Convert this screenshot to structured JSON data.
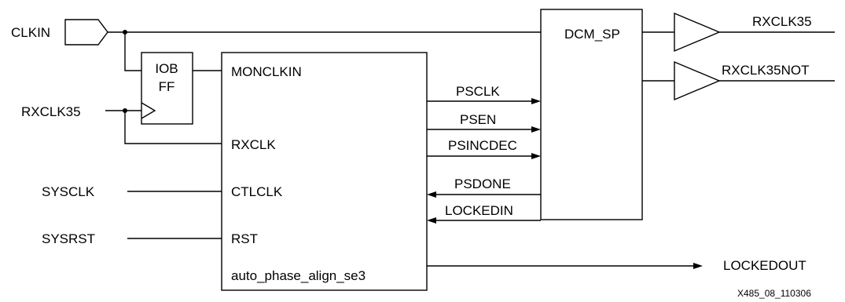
{
  "inputs": {
    "clkin": "CLKIN",
    "rxclk35_in": "RXCLK35",
    "sysclk": "SYSCLK",
    "sysrst": "SYSRST"
  },
  "iob_ff": {
    "line1": "IOB",
    "line2": "FF"
  },
  "align_block": {
    "name": "auto_phase_align_se3",
    "ports": {
      "monclkin": "MONCLKIN",
      "rxclk": "RXCLK",
      "ctlclk": "CTLCLK",
      "rst": "RST"
    }
  },
  "dcm": {
    "name": "DCM_SP"
  },
  "signals": {
    "psclk": "PSCLK",
    "psen": "PSEN",
    "psincdec": "PSINCDEC",
    "psdone": "PSDONE",
    "lockedin": "LOCKEDIN"
  },
  "outputs": {
    "rxclk35": "RXCLK35",
    "rxclk35not": "RXCLK35NOT",
    "lockedout": "LOCKEDOUT"
  },
  "figure_id": "X485_08_110306"
}
